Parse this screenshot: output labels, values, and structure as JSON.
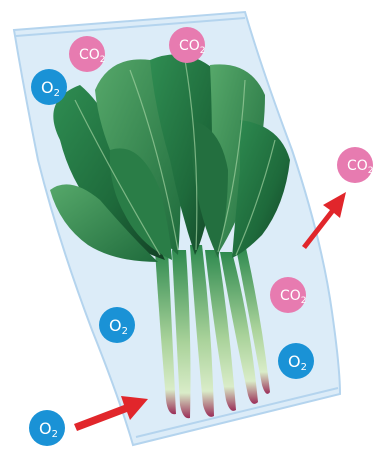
{
  "bag": {
    "color": "#dcecf8",
    "edge_color": "#b4d4ee"
  },
  "leaves": {
    "dark": "#1f6b3c",
    "mid": "#2e8a4f",
    "light": "#7fc08a",
    "stem": "#b8d6a2",
    "root": "#a0325a"
  },
  "molecules": {
    "o2": {
      "formula": "O",
      "subscript": "2",
      "color": "#1a92d6"
    },
    "co2": {
      "formula": "CO",
      "subscript": "2",
      "color": "#e77bb0"
    }
  },
  "arrows": {
    "color": "#e1262b",
    "inflow": "O2 into bag",
    "outflow": "CO2 out of bag"
  }
}
